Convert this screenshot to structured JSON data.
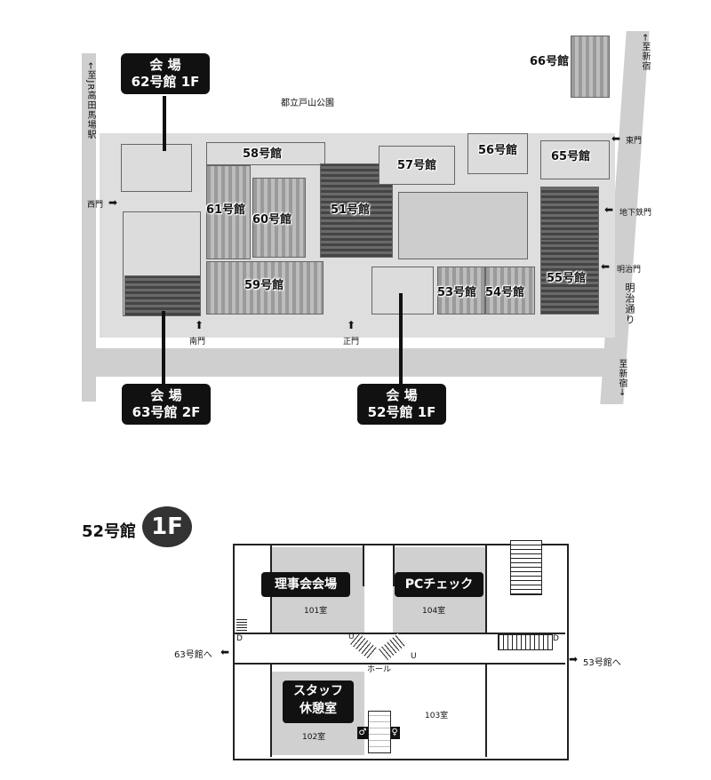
{
  "campus_map": {
    "park_label": "都立戸山公園",
    "jr_direction": "←至JR高田馬場駅",
    "shinjuku_top": "←至新宿",
    "shinjuku_bottom": "至新宿→",
    "meiji_street": "明治通り",
    "gates": {
      "east": "東門",
      "west": "西門",
      "subway": "地下鉄門",
      "meiji": "明治門",
      "south": "南門",
      "main": "正門"
    },
    "buildings": {
      "b66": "66号館",
      "b58": "58号館",
      "b57": "57号館",
      "b56": "56号館",
      "b65": "65号館",
      "b61": "61号館",
      "b60": "60号館",
      "b51": "51号館",
      "b59": "59号館",
      "b53": "53号館",
      "b54": "54号館",
      "b55": "55号館"
    },
    "venues": {
      "v62": {
        "line1": "会 場",
        "line2": "62号館 1F"
      },
      "v63": {
        "line1": "会 場",
        "line2": "63号館 2F"
      },
      "v52": {
        "line1": "会 場",
        "line2": "52号館 1F"
      }
    }
  },
  "floor_plan": {
    "building": "52号館",
    "floor_badge": "1F",
    "rooms": {
      "r101": {
        "name": "理事会会場",
        "number": "101室"
      },
      "r104": {
        "name": "PCチェック",
        "number": "104室"
      },
      "r102": {
        "name_line1": "スタッフ",
        "name_line2": "休憩室",
        "number": "102室"
      },
      "r103": {
        "number": "103室"
      }
    },
    "hall": "ホール",
    "to_63": "63号館へ",
    "to_53": "53号館へ",
    "door_mark": "D",
    "stair_mark": "U",
    "icons": [
      "restroom-male-icon",
      "restroom-female-icon"
    ]
  }
}
